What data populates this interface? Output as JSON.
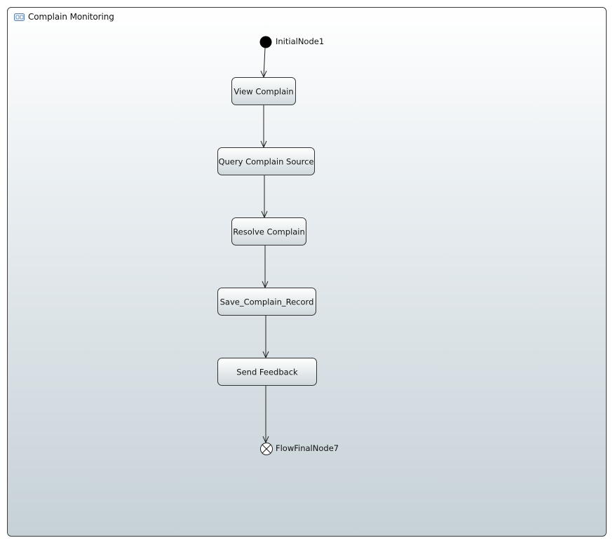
{
  "frame": {
    "title": "Complain Monitoring",
    "icon": "activity-diagram-icon"
  },
  "nodes": {
    "initial": {
      "label": "InitialNode1"
    },
    "final": {
      "label": "FlowFinalNode7"
    }
  },
  "actions": [
    {
      "id": "view",
      "label": "View Complain"
    },
    {
      "id": "query",
      "label": "Query Complain Source"
    },
    {
      "id": "resolve",
      "label": "Resolve Complain"
    },
    {
      "id": "save",
      "label": "Save_Complain_Record"
    },
    {
      "id": "feedback",
      "label": "Send Feedback"
    }
  ],
  "colors": {
    "node_fill_top": "#ffffff",
    "node_fill_bottom": "#cfd8dc",
    "line": "#222222"
  }
}
